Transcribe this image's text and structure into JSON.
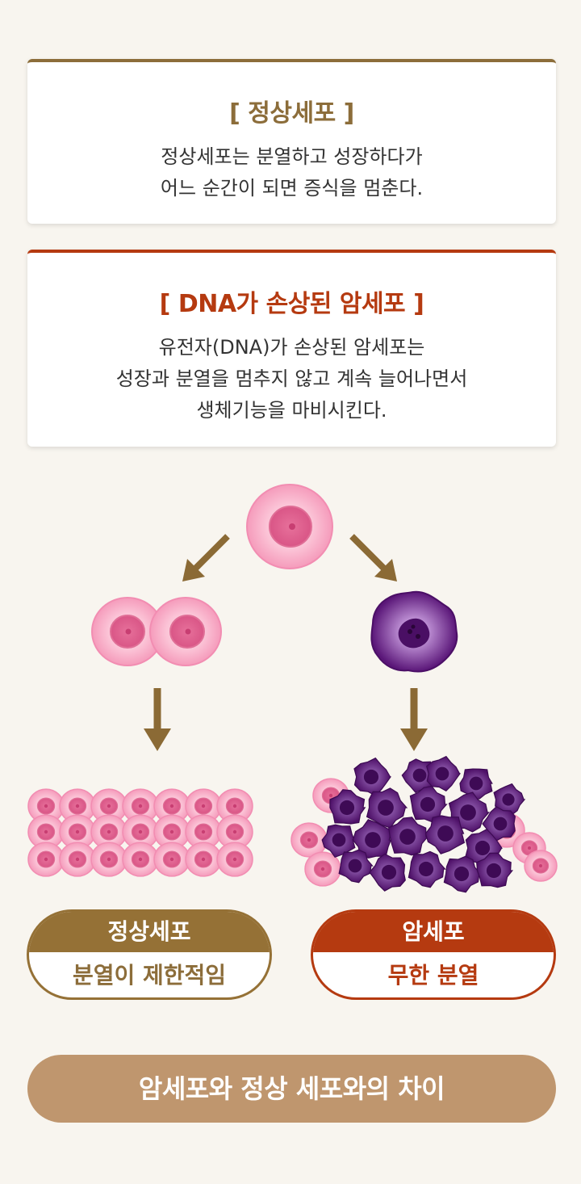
{
  "normal_card": {
    "title": "[ 정상세포 ]",
    "lines": [
      "정상세포는 분열하고 성장하다가",
      "어느 순간이 되면 증식을 멈춘다."
    ]
  },
  "cancer_card": {
    "title": "[ DNA가 손상된 암세포 ]",
    "lines": [
      "유전자(DNA)가 손상된 암세포는",
      "성장과 분열을 멈추지 않고 계속 늘어나면서",
      "생체기능을 마비시킨다."
    ]
  },
  "labels": {
    "normal": {
      "name": "정상세포",
      "property": "분열이 제한적임"
    },
    "cancer": {
      "name": "암세포",
      "property": "무한 분열"
    }
  },
  "footer": {
    "title": "암세포와 정상 세포와의 차이"
  },
  "colors": {
    "normal_accent": "#8c6d3a",
    "cancer_accent": "#b53a10",
    "arrow": "#8b6a35",
    "footer_bg": "#bf966e",
    "pink_cell": "#f7aac4",
    "purple_cell": "#6a1e8c"
  }
}
